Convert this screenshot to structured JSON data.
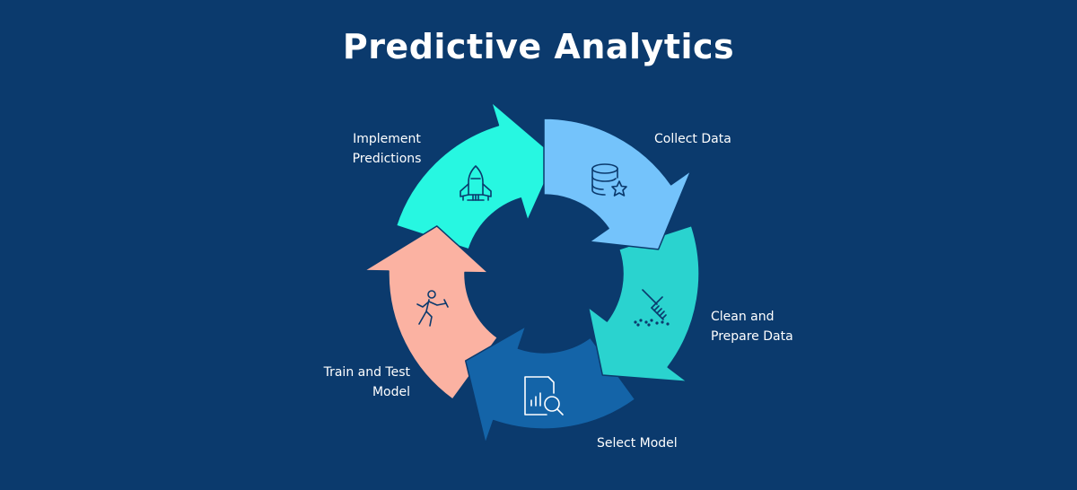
{
  "title": "Predictive Analytics",
  "steps": [
    {
      "id": "collect",
      "lines": [
        "Collect Data"
      ],
      "icon": "database-star-icon",
      "color": "#74c3fb"
    },
    {
      "id": "clean",
      "lines": [
        "Clean and",
        "Prepare Data"
      ],
      "icon": "rake-icon",
      "color": "#2ad3cf"
    },
    {
      "id": "select",
      "lines": [
        "Select Model"
      ],
      "icon": "document-chart-search-icon",
      "color": "#1464a8"
    },
    {
      "id": "train",
      "lines": [
        "Train and Test",
        "Model"
      ],
      "icon": "person-exercising-icon",
      "color": "#fbb2a2"
    },
    {
      "id": "implement",
      "lines": [
        "Implement",
        "Predictions"
      ],
      "icon": "rocket-icon",
      "color": "#27f7e1"
    }
  ]
}
